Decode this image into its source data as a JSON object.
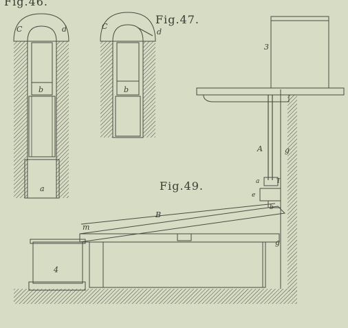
{
  "figures": {
    "fig46": {
      "title": "Fig.46.",
      "labels": {
        "c": "C",
        "d": "d",
        "b": "b",
        "a": "a"
      }
    },
    "fig47": {
      "title": "Fig.47.",
      "labels": {
        "c": "C",
        "d": "d",
        "b": "b"
      }
    },
    "fig48": {
      "labels": {
        "tank": "3",
        "A": "A",
        "g": "g"
      }
    },
    "fig49": {
      "title": "Fig.49.",
      "labels": {
        "a": "a",
        "T": "T",
        "e": "e",
        "b": "b",
        "B": "B",
        "m": "m",
        "g": "g",
        "four": "4"
      }
    }
  },
  "colors": {
    "paper": "#d7dcc4",
    "ink": "#4a4a42"
  }
}
